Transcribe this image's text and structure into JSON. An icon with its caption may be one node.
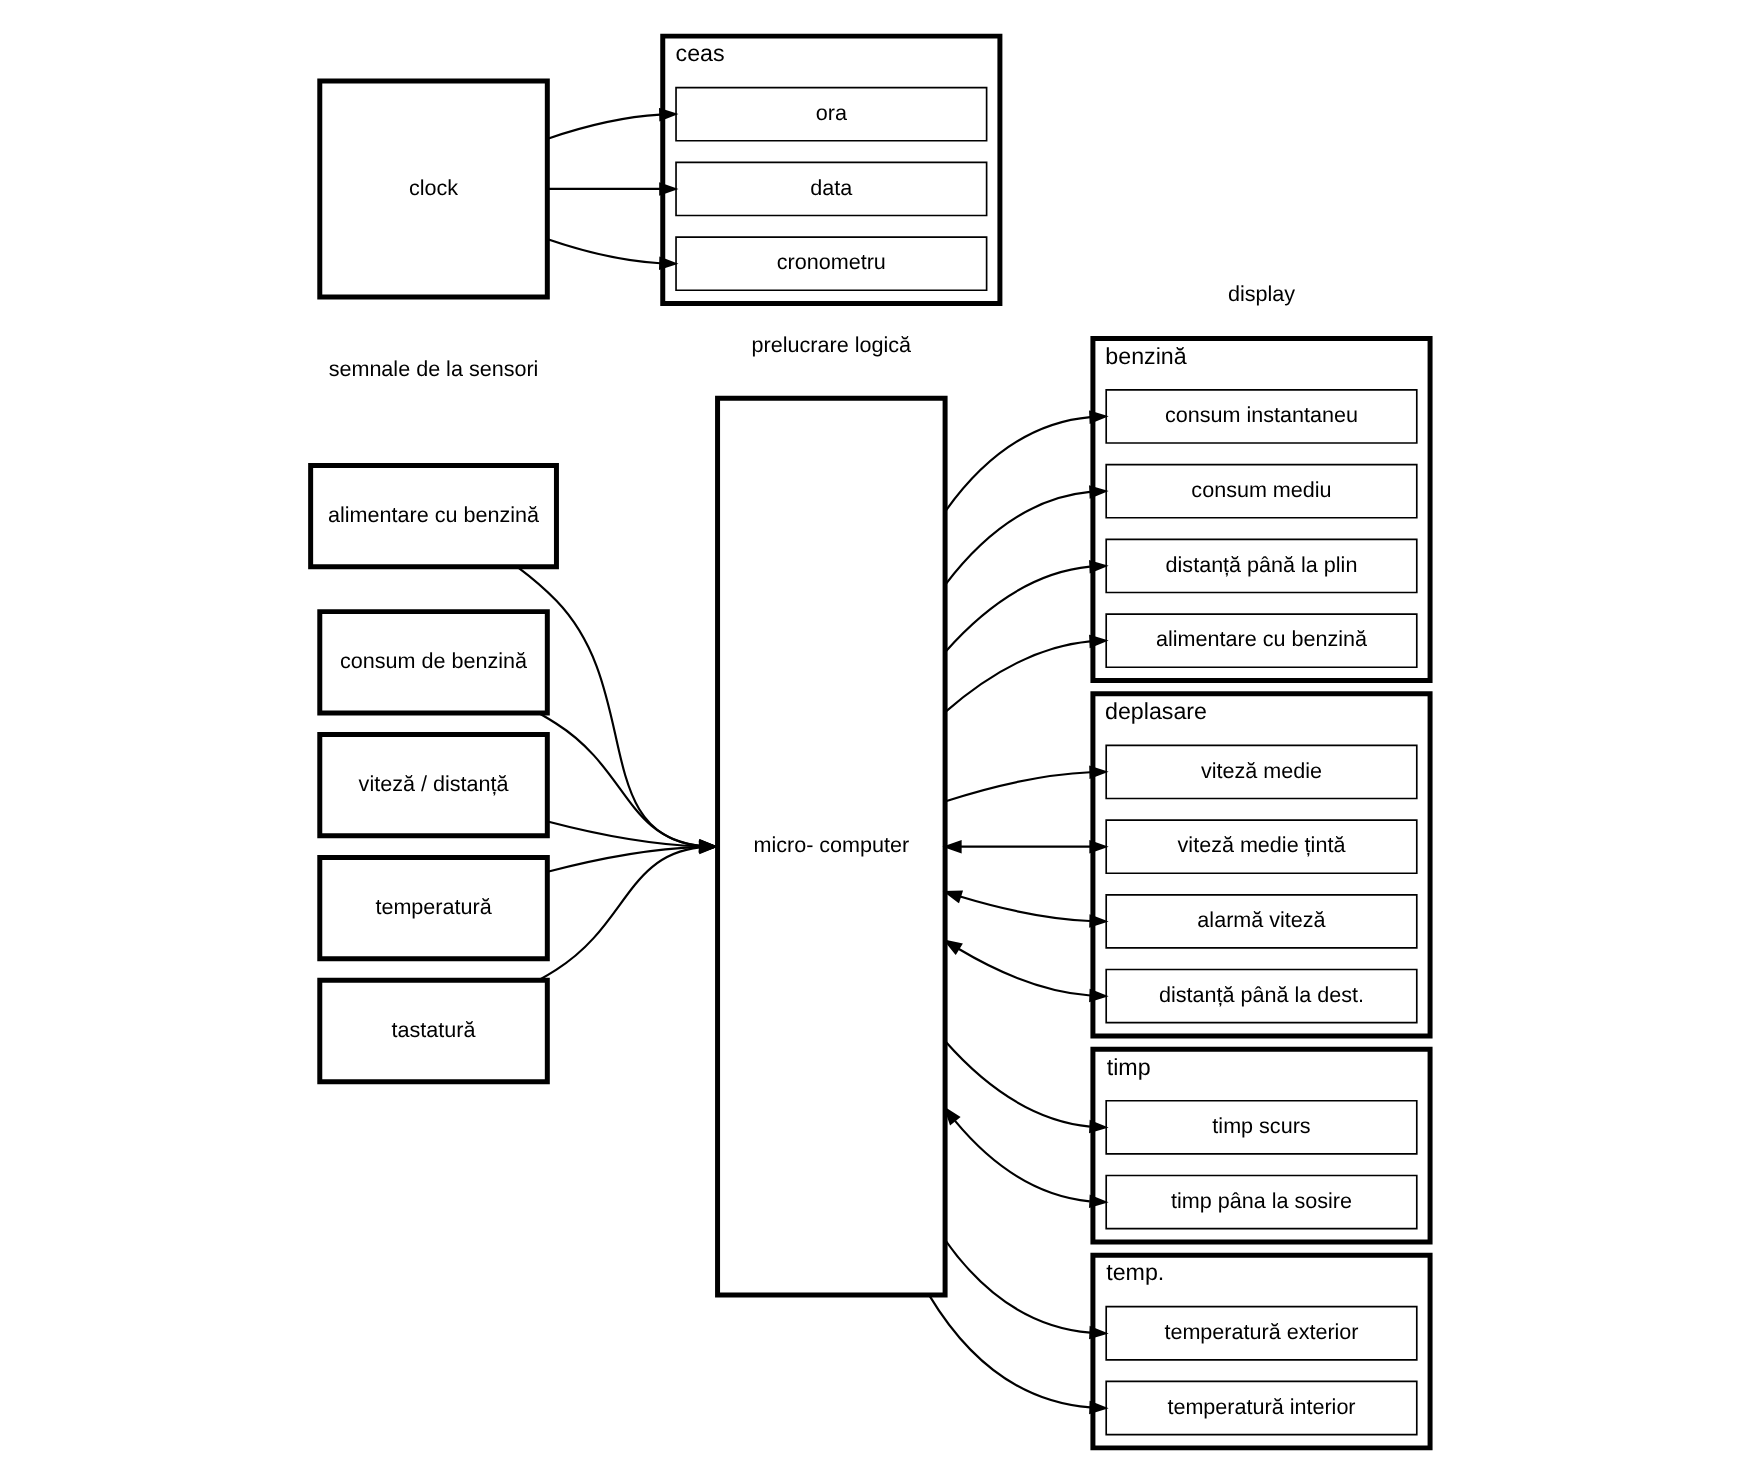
{
  "diagram": {
    "nodes": [
      {
        "text": [
          "alimentare cu benzină"
        ]
      },
      {
        "text": [
          "consum de benzină"
        ]
      },
      {
        "text": [
          "viteză / distanță"
        ]
      },
      {
        "text": [
          "temperatură"
        ]
      },
      {
        "text": [
          "tastatură"
        ]
      },
      {
        "text": [
          "micro- computer"
        ]
      },
      {
        "text": [
          "clock"
        ]
      },
      {
        "text": [
          "benzină"
        ]
      },
      {
        "text": [
          "consum instantaneu"
        ],
        "in": 7
      },
      {
        "text": [
          "consum mediu"
        ],
        "in": 7
      },
      {
        "text": [
          "distanță până la plin"
        ],
        "in": 7
      },
      {
        "text": [
          "alimentare cu benzină"
        ],
        "in": 7
      },
      {
        "text": [
          "deplasare"
        ]
      },
      {
        "text": [
          "viteză medie"
        ],
        "in": 12
      },
      {
        "text": [
          "viteză medie țintă"
        ],
        "in": 12
      },
      {
        "text": [
          "alarmă viteză"
        ],
        "in": 12
      },
      {
        "text": [
          "distanță până la dest."
        ],
        "in": 12
      },
      {
        "text": [
          "timp"
        ]
      },
      {
        "text": [
          "timp scurs"
        ],
        "in": 17
      },
      {
        "text": [
          "timp pâna la sosire"
        ],
        "in": 17
      },
      {
        "text": [
          "temp."
        ]
      },
      {
        "text": [
          "temperatură exterior"
        ],
        "in": 20
      },
      {
        "text": [
          "temperatură interior"
        ],
        "in": 20
      },
      {
        "text": [
          "ceas"
        ]
      },
      {
        "text": [
          "ora"
        ],
        "in": 23
      },
      {
        "text": [
          "data"
        ],
        "in": 23
      },
      {
        "text": [
          "cronometru"
        ],
        "in": 23
      }
    ],
    "edges": [
      {
        "from": 0,
        "to": 5,
        "arrow": "to"
      },
      {
        "from": 1,
        "to": 5,
        "arrow": "to"
      },
      {
        "from": 2,
        "to": 5,
        "arrow": "to"
      },
      {
        "from": 3,
        "to": 5,
        "arrow": "to"
      },
      {
        "from": 4,
        "to": 5,
        "arrow": "to"
      },
      {
        "from": 5,
        "to": 8,
        "arrow": "to"
      },
      {
        "from": 5,
        "to": 9,
        "arrow": "to"
      },
      {
        "from": 5,
        "to": 10,
        "arrow": "to"
      },
      {
        "from": 5,
        "to": 11,
        "arrow": "to"
      },
      {
        "from": 5,
        "to": 13,
        "arrow": "to"
      },
      {
        "from": 5,
        "to": 14,
        "arrow": "both"
      },
      {
        "from": 5,
        "to": 15,
        "arrow": "both"
      },
      {
        "from": 5,
        "to": 16,
        "arrow": "both"
      },
      {
        "from": 5,
        "to": 18,
        "arrow": "to"
      },
      {
        "from": 5,
        "to": 19,
        "arrow": "both"
      },
      {
        "from": 5,
        "to": 21,
        "arrow": "to"
      },
      {
        "from": 5,
        "to": 22,
        "arrow": "to"
      },
      {
        "from": 6,
        "to": 24,
        "arrow": "to"
      },
      {
        "from": 6,
        "to": 25,
        "arrow": "to"
      },
      {
        "from": 6,
        "to": 26,
        "arrow": "to"
      }
    ],
    "labels": [
      "semnale de la sensori",
      "prelucrare logică",
      "display"
    ]
  }
}
